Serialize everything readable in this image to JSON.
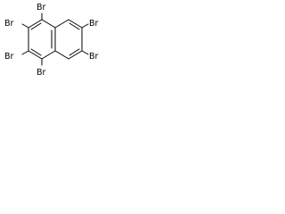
{
  "figure": {
    "kind": "chemical-structure",
    "name": "hexabromonaphthalene",
    "colors": {
      "bond": "#000000",
      "label": "#000000",
      "background": "#ffffff"
    }
  },
  "atoms": {
    "br1": "Br",
    "br2": "Br",
    "br3": "Br",
    "br4": "Br",
    "br6": "Br",
    "br7": "Br"
  }
}
